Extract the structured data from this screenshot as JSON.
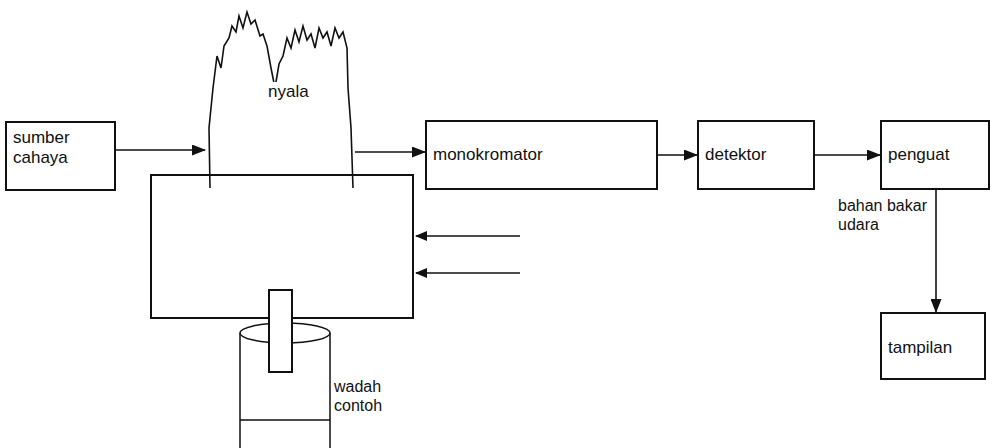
{
  "diagram": {
    "nodes": [
      {
        "text": [
          "sumber cahaya"
        ]
      },
      {
        "text": [
          "nyala"
        ]
      },
      {
        "text": [
          "monokromator"
        ]
      },
      {
        "text": [
          "detektor"
        ]
      },
      {
        "text": [
          "penguat"
        ]
      },
      {
        "text": [
          "tampilan"
        ]
      }
    ],
    "edges": [
      {
        "from": 0,
        "to": 1,
        "arrow": "to"
      },
      {
        "from": 1,
        "to": 2,
        "arrow": "to"
      },
      {
        "from": 2,
        "to": 3,
        "arrow": "to"
      },
      {
        "from": 3,
        "to": 4,
        "arrow": "to"
      },
      {
        "from": 4,
        "to": 5,
        "arrow": "to"
      }
    ],
    "labels": [
      "bahan bakar udara",
      "wadah contoh"
    ]
  }
}
